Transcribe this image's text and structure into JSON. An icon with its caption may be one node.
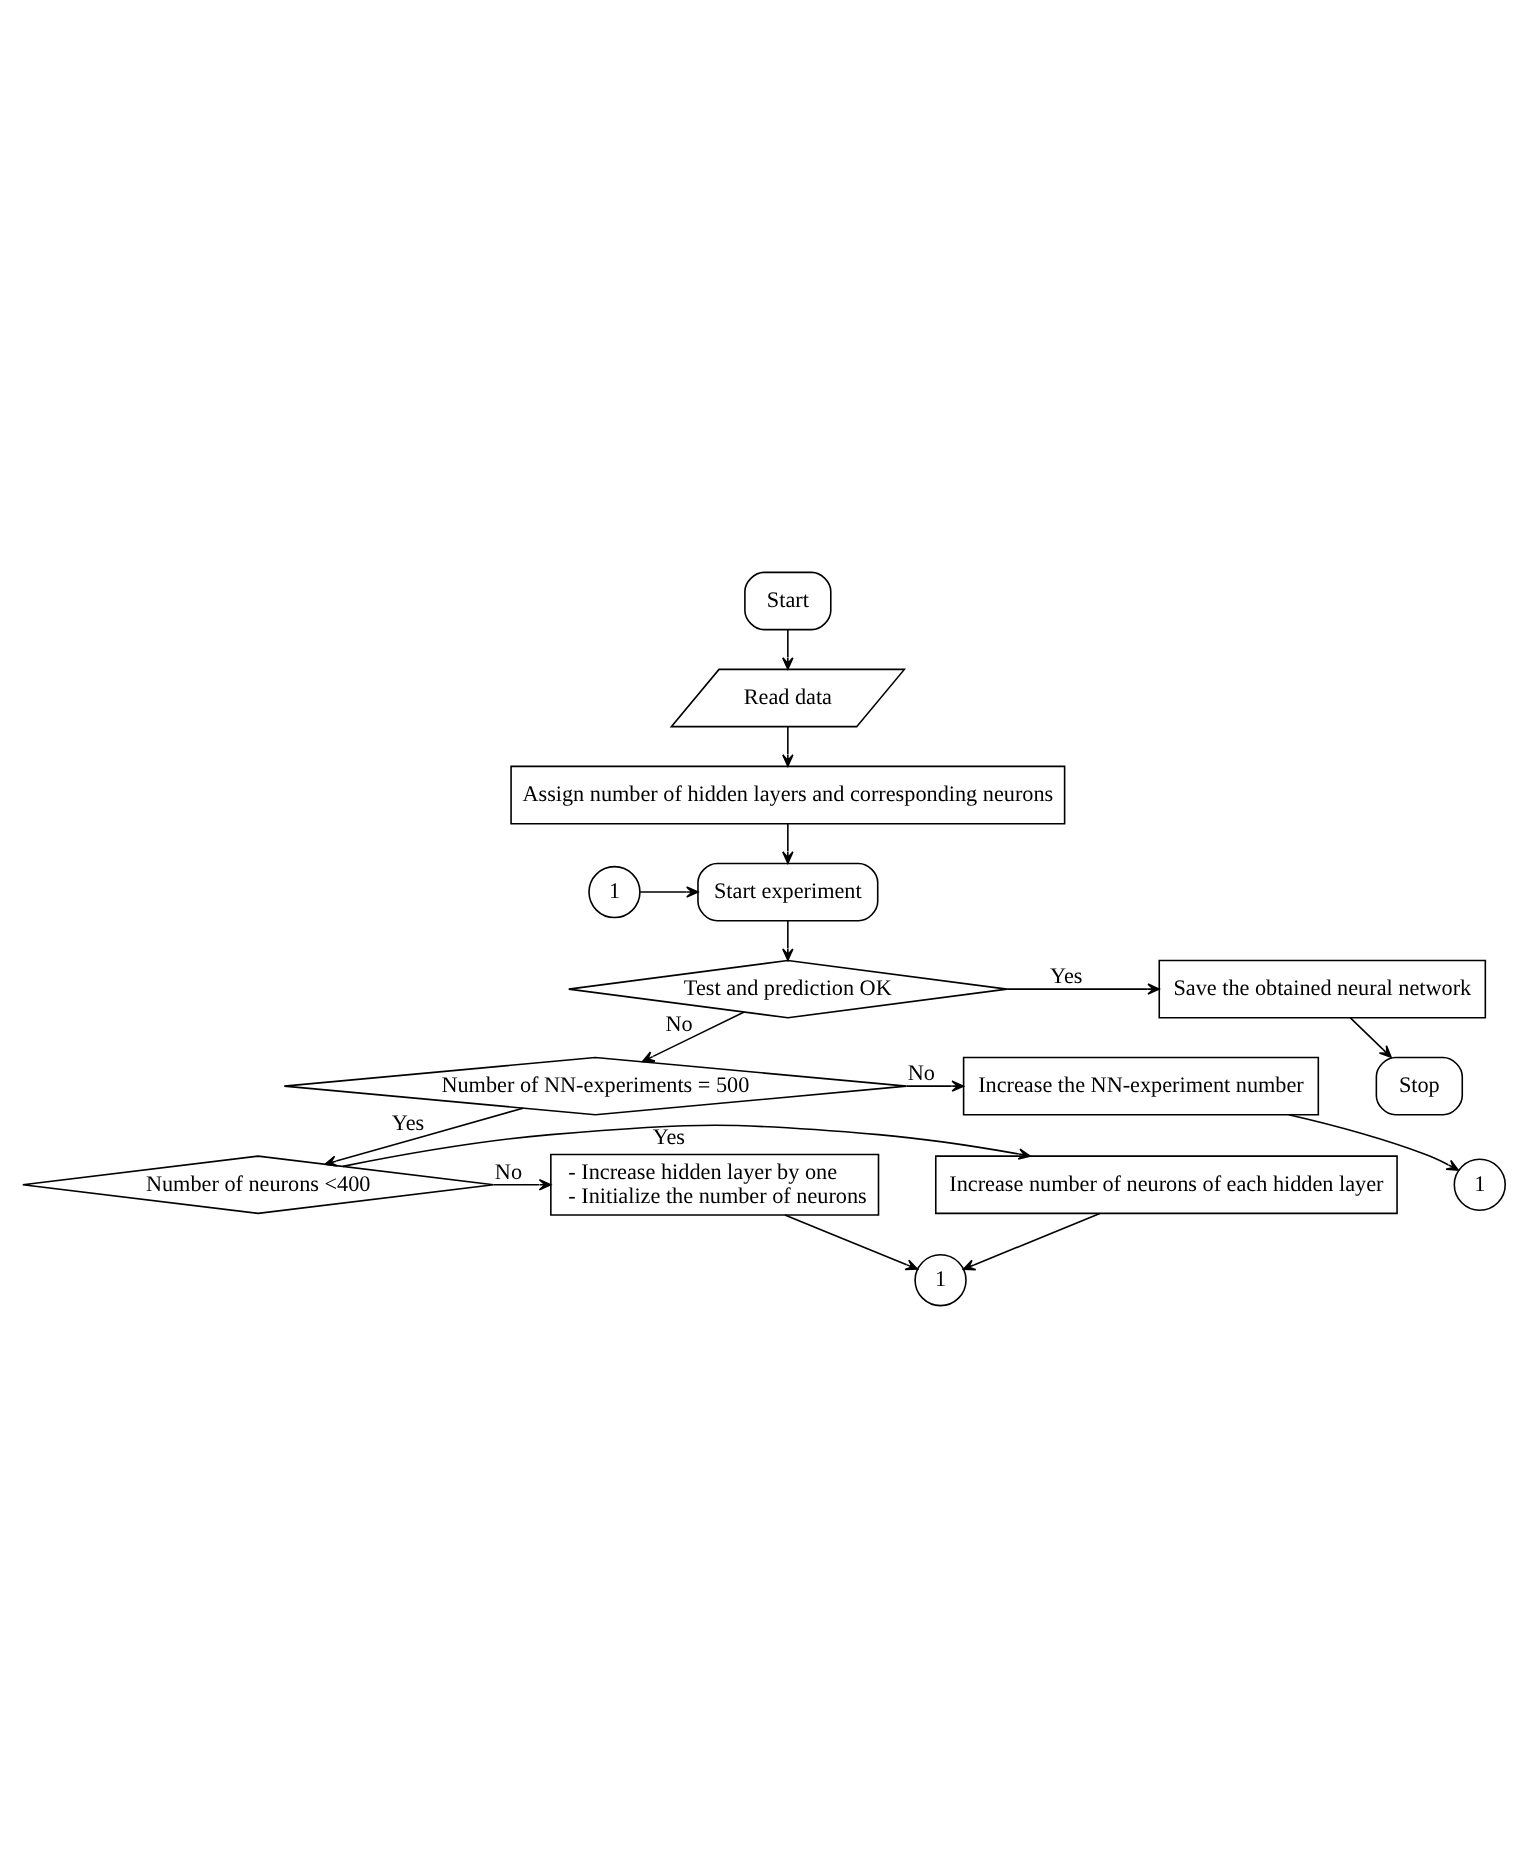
{
  "diagram": {
    "nodes": [
      {
        "text": [
          "Start"
        ]
      },
      {
        "text": [
          "Read data"
        ]
      },
      {
        "text": [
          "Assign number of hidden layers and corresponding neurons"
        ]
      },
      {
        "text": [
          "1"
        ]
      },
      {
        "text": [
          "Start experiment"
        ]
      },
      {
        "text": [
          "Test and prediction OK"
        ]
      },
      {
        "text": [
          "Save the obtained neural network"
        ]
      },
      {
        "text": [
          "Stop"
        ]
      },
      {
        "text": [
          "Increase the NN-experiment number"
        ]
      },
      {
        "text": [
          "Number of NN-experiments = 500"
        ]
      },
      {
        "text": [
          "1"
        ]
      },
      {
        "text": [
          "Number of neurons <400"
        ]
      },
      {
        "text": [
          "Increase number of neurons of each hidden layer"
        ]
      },
      {
        "text": [
          "- Increase hidden layer by one",
          "- Initialize the number of neurons"
        ]
      },
      {
        "text": [
          "1"
        ]
      }
    ],
    "edges": [
      {
        "from": 0,
        "to": 1,
        "arrow": "to"
      },
      {
        "from": 1,
        "to": 2,
        "arrow": "to"
      },
      {
        "from": 2,
        "to": 4,
        "arrow": "to"
      },
      {
        "from": 3,
        "to": 4,
        "arrow": "to"
      },
      {
        "from": 4,
        "to": 5,
        "arrow": "to"
      },
      {
        "from": 5,
        "to": 6,
        "label": "Yes",
        "arrow": "to"
      },
      {
        "from": 6,
        "to": 7,
        "arrow": "to"
      },
      {
        "from": 5,
        "to": 9,
        "label": "No",
        "arrow": "to"
      },
      {
        "from": 9,
        "to": 8,
        "label": "No",
        "arrow": "to"
      },
      {
        "from": 8,
        "to": 10,
        "arrow": "to"
      },
      {
        "from": 9,
        "to": 11,
        "label": "Yes",
        "arrow": "to"
      },
      {
        "from": 11,
        "to": 12,
        "label": "Yes",
        "arrow": "to"
      },
      {
        "from": 11,
        "to": 13,
        "label": "No",
        "arrow": "to"
      },
      {
        "from": 12,
        "to": 14,
        "arrow": "to"
      },
      {
        "from": 13,
        "to": 14,
        "arrow": "to"
      }
    ]
  }
}
